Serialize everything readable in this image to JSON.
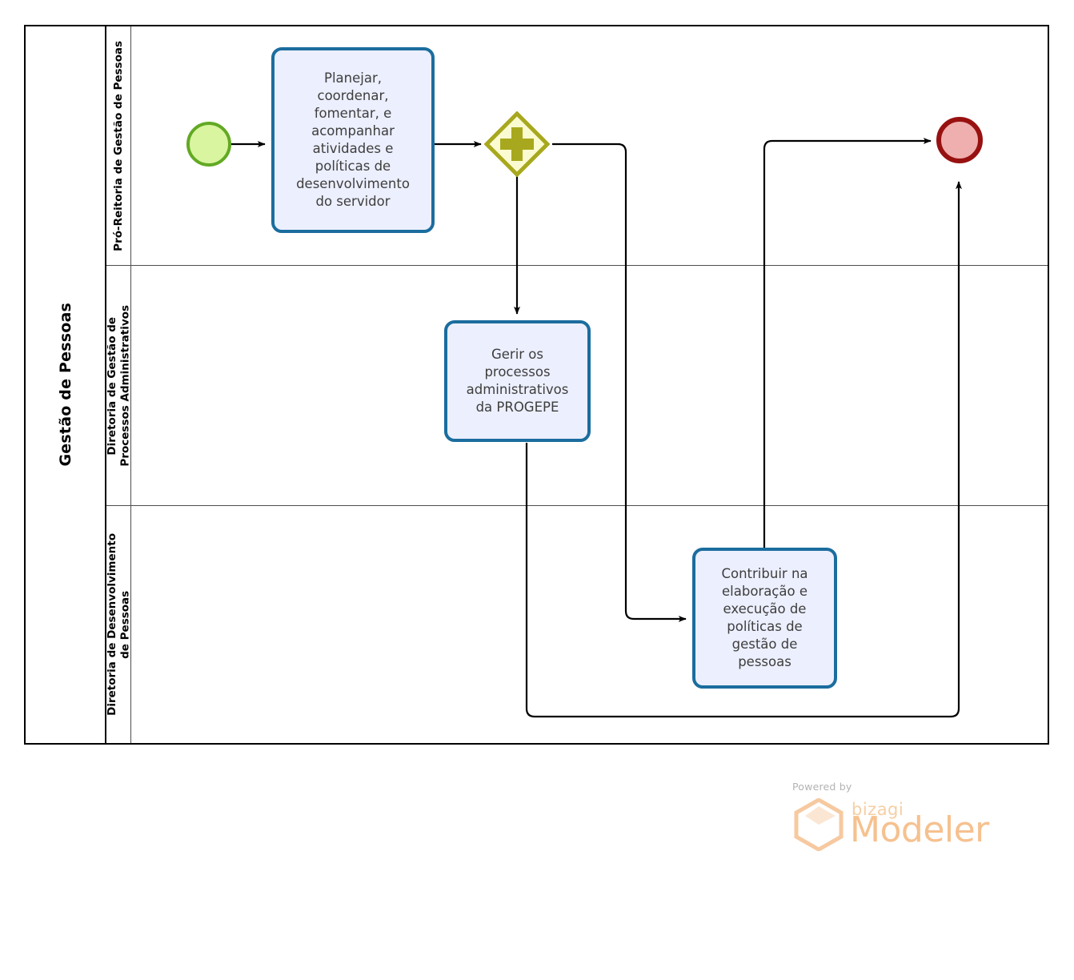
{
  "diagram": {
    "type": "bpmn-process",
    "pool": {
      "name": "Gestão de Pessoas"
    },
    "lanes": [
      {
        "id": "lane-pro-reitoria",
        "name": "Pró-Reitoria de Gestão de Pessoas"
      },
      {
        "id": "lane-gestao-processos",
        "name": "Diretoria de Gestão de\nProcessos Administrativos"
      },
      {
        "id": "lane-desenvolvimento",
        "name": "Diretoria de Desenvolvimento\nde Pessoas"
      }
    ],
    "nodes": {
      "start_event": {
        "kind": "start-event",
        "label": ""
      },
      "task_planejar": {
        "kind": "task",
        "label": "Planejar,\ncoordenar,\nfomentar, e\nacompanhar\natividades e\npolíticas de\ndesenvolvimento\ndo servidor"
      },
      "gateway_parallel": {
        "kind": "parallel-gateway",
        "label": "",
        "marker": "+"
      },
      "task_gerir": {
        "kind": "task",
        "label": "Gerir os\nprocessos\nadministrativos\nda PROGEPE"
      },
      "task_contribuir": {
        "kind": "task",
        "label": "Contribuir na\nelaboração e\nexecução de\npolíticas de\ngestão de\npessoas"
      },
      "end_event": {
        "kind": "end-event",
        "label": ""
      }
    },
    "colors": {
      "task_fill": "#eceffd",
      "task_stroke": "#1b6d9e",
      "start_fill": "#d9f5a0",
      "start_stroke": "#62a924",
      "end_fill": "#eeafae",
      "end_stroke": "#981111",
      "gateway_fill": "#fbfbd2",
      "gateway_stroke": "#a8a81e",
      "connector": "#000000",
      "lane_border": "#4d4d4d",
      "pool_border": "#000000"
    }
  },
  "watermark": {
    "powered_by": "Powered by",
    "brand": "bizagi",
    "product": "Modeler"
  }
}
